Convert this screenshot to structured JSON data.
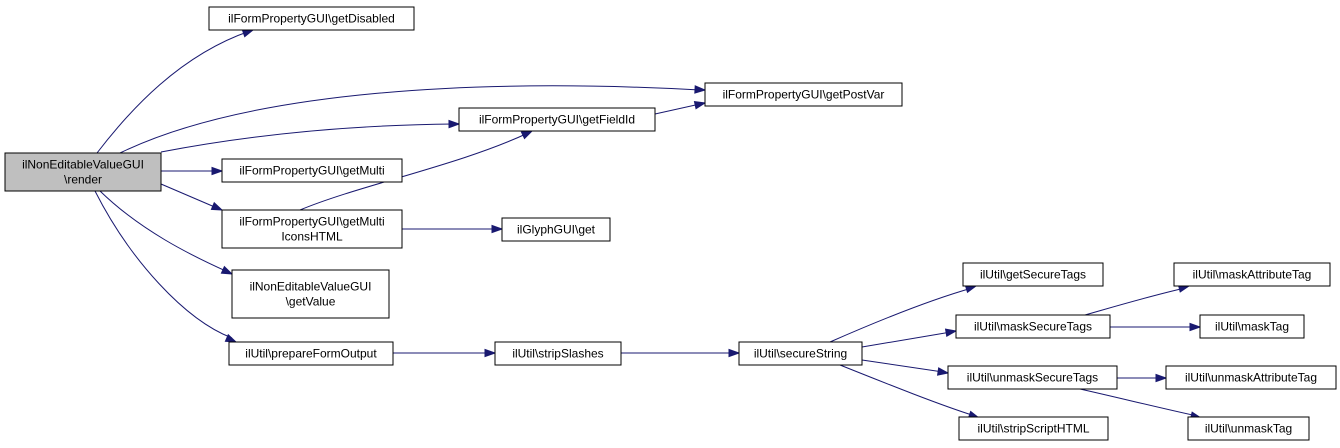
{
  "graph": {
    "nodes": {
      "root": {
        "lines": [
          "ilNonEditableValueGUI",
          "\\render"
        ]
      },
      "getDisabled": {
        "lines": [
          "ilFormPropertyGUI\\getDisabled"
        ]
      },
      "getPostVar": {
        "lines": [
          "ilFormPropertyGUI\\getPostVar"
        ]
      },
      "getFieldId": {
        "lines": [
          "ilFormPropertyGUI\\getFieldId"
        ]
      },
      "getMulti": {
        "lines": [
          "ilFormPropertyGUI\\getMulti"
        ]
      },
      "getMultiIconsHTML": {
        "lines": [
          "ilFormPropertyGUI\\getMulti",
          "IconsHTML"
        ]
      },
      "glyphGet": {
        "lines": [
          "ilGlyphGUI\\get"
        ]
      },
      "getValue": {
        "lines": [
          "ilNonEditableValueGUI",
          "\\getValue"
        ]
      },
      "prepareFormOutput": {
        "lines": [
          "ilUtil\\prepareFormOutput"
        ]
      },
      "stripSlashes": {
        "lines": [
          "ilUtil\\stripSlashes"
        ]
      },
      "secureString": {
        "lines": [
          "ilUtil\\secureString"
        ]
      },
      "getSecureTags": {
        "lines": [
          "ilUtil\\getSecureTags"
        ]
      },
      "maskSecureTags": {
        "lines": [
          "ilUtil\\maskSecureTags"
        ]
      },
      "unmaskSecureTags": {
        "lines": [
          "ilUtil\\unmaskSecureTags"
        ]
      },
      "stripScriptHTML": {
        "lines": [
          "ilUtil\\stripScriptHTML"
        ]
      },
      "maskAttributeTag": {
        "lines": [
          "ilUtil\\maskAttributeTag"
        ]
      },
      "maskTag": {
        "lines": [
          "ilUtil\\maskTag"
        ]
      },
      "unmaskAttributeTag": {
        "lines": [
          "ilUtil\\unmaskAttributeTag"
        ]
      },
      "unmaskTag": {
        "lines": [
          "ilUtil\\unmaskTag"
        ]
      }
    },
    "edges": [
      [
        "root",
        "getDisabled"
      ],
      [
        "root",
        "getPostVar"
      ],
      [
        "root",
        "getFieldId"
      ],
      [
        "root",
        "getMulti"
      ],
      [
        "root",
        "getMultiIconsHTML"
      ],
      [
        "root",
        "getValue"
      ],
      [
        "root",
        "prepareFormOutput"
      ],
      [
        "getFieldId",
        "getPostVar"
      ],
      [
        "getMultiIconsHTML",
        "getFieldId"
      ],
      [
        "getMultiIconsHTML",
        "glyphGet"
      ],
      [
        "prepareFormOutput",
        "stripSlashes"
      ],
      [
        "stripSlashes",
        "secureString"
      ],
      [
        "secureString",
        "getSecureTags"
      ],
      [
        "secureString",
        "maskSecureTags"
      ],
      [
        "secureString",
        "unmaskSecureTags"
      ],
      [
        "secureString",
        "stripScriptHTML"
      ],
      [
        "maskSecureTags",
        "maskAttributeTag"
      ],
      [
        "maskSecureTags",
        "maskTag"
      ],
      [
        "unmaskSecureTags",
        "unmaskAttributeTag"
      ],
      [
        "unmaskSecureTags",
        "unmaskTag"
      ]
    ],
    "colors": {
      "edge": "#191970",
      "root_fill": "#bfbfbf",
      "node_fill": "#ffffff",
      "node_border": "#000000"
    }
  }
}
